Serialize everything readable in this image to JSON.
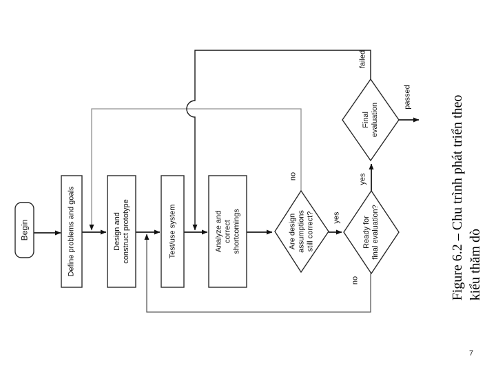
{
  "slide": {
    "background": "#ffffff",
    "page_number": "7",
    "title": {
      "line1": "Figure 6.2 – Chu trình phát triển theo",
      "line2": "kiểu thăm dò"
    }
  },
  "flowchart": {
    "type": "flowchart",
    "orientation": "rotated-90-ccw",
    "nodes": {
      "begin": {
        "shape": "terminator",
        "label": "Begin"
      },
      "define": {
        "shape": "process",
        "label": "Define problems and goals"
      },
      "design": {
        "shape": "process",
        "line1": "Design and",
        "line2": "construct prototype"
      },
      "testuse": {
        "shape": "process",
        "label": "Test/use system"
      },
      "analyze": {
        "shape": "process",
        "line1": "Analyze and",
        "line2": "correct",
        "line3": "shortcomings"
      },
      "assumptions": {
        "shape": "decision",
        "line1": "Are design",
        "line2": "assumptions",
        "line3": "still correct?"
      },
      "ready": {
        "shape": "decision",
        "line1": "Ready for",
        "line2": "final evaluation?"
      },
      "final_eval": {
        "shape": "decision",
        "line1": "Final",
        "line2": "evaluation"
      }
    },
    "edge_labels": {
      "no_assumptions": "no",
      "yes_assumptions": "yes",
      "no_ready": "no",
      "yes_ready": "yes",
      "failed": "failed",
      "passed": "passed"
    },
    "flow": [
      "Begin",
      "Define problems and goals",
      "Design and construct prototype",
      "Test/use system",
      "Analyze and correct shortcomings",
      "Are design assumptions still correct?",
      "Ready for final evaluation?",
      "Final evaluation"
    ],
    "loops": [
      {
        "from": "Are design assumptions still correct?",
        "label": "no",
        "to": "Design and construct prototype"
      },
      {
        "from": "Ready for final evaluation?",
        "label": "no",
        "to": "Test/use system"
      },
      {
        "from": "Final evaluation",
        "label": "failed",
        "to": "Analyze and correct shortcomings"
      },
      {
        "from": "Final evaluation",
        "label": "passed",
        "to": "exit"
      }
    ],
    "colors": {
      "line": "#1a1a1a",
      "loop_gray": "#909090",
      "loop_dark": "#5a5a5a",
      "node_fill": "#ffffff",
      "node_border": "#2a2a2a",
      "text": "#111111"
    }
  }
}
